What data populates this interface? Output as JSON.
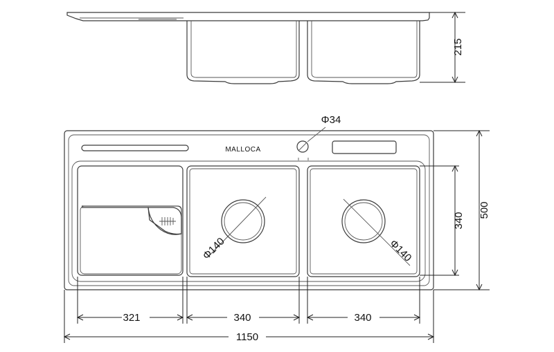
{
  "brand": "MALLOCA",
  "dimensions": {
    "depth": "215",
    "overflow_hole": "Φ34",
    "height_total": "500",
    "height_bowl": "340",
    "width_left": "321",
    "width_mid": "340",
    "width_right": "340",
    "width_total": "1150",
    "drain_left": "Φ140",
    "drain_right": "Φ140"
  },
  "colors": {
    "line": "#3a3a3a",
    "background": "#ffffff"
  }
}
